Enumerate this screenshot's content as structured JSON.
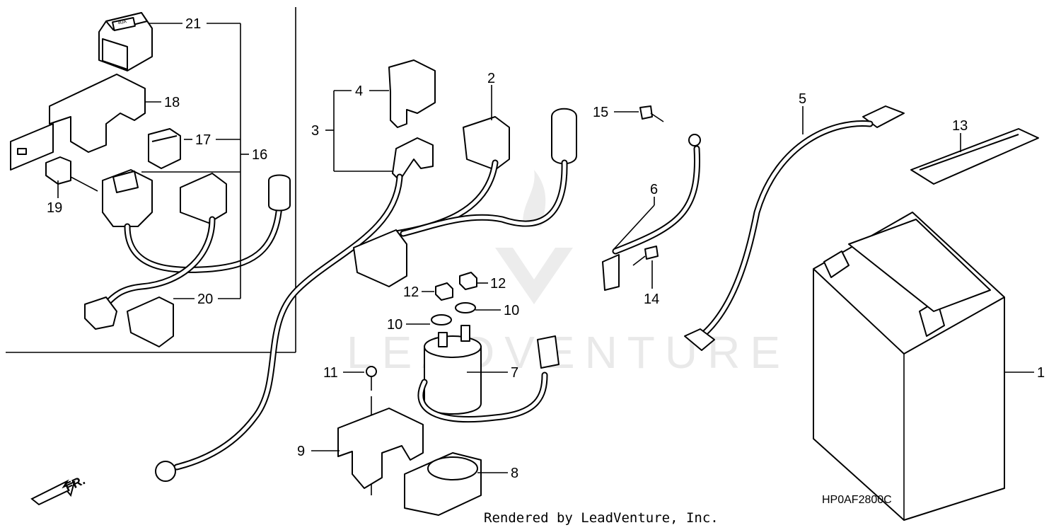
{
  "diagram": {
    "watermark_text": "LEADVENTURE",
    "diagram_code": "HP0AF2800C",
    "footer_text": "Rendered by LeadVenture, Inc.",
    "direction_label": "FR.",
    "fuse_label": "40A",
    "callouts": {
      "c1": "1",
      "c2": "2",
      "c3": "3",
      "c4": "4",
      "c5": "5",
      "c6": "6",
      "c7": "7",
      "c8": "8",
      "c9": "9",
      "c10a": "10",
      "c10b": "10",
      "c11": "11",
      "c12a": "12",
      "c12b": "12",
      "c13": "13",
      "c14": "14",
      "c15": "15",
      "c16": "16",
      "c17": "17",
      "c18": "18",
      "c19": "19",
      "c20": "20",
      "c21": "21"
    }
  }
}
